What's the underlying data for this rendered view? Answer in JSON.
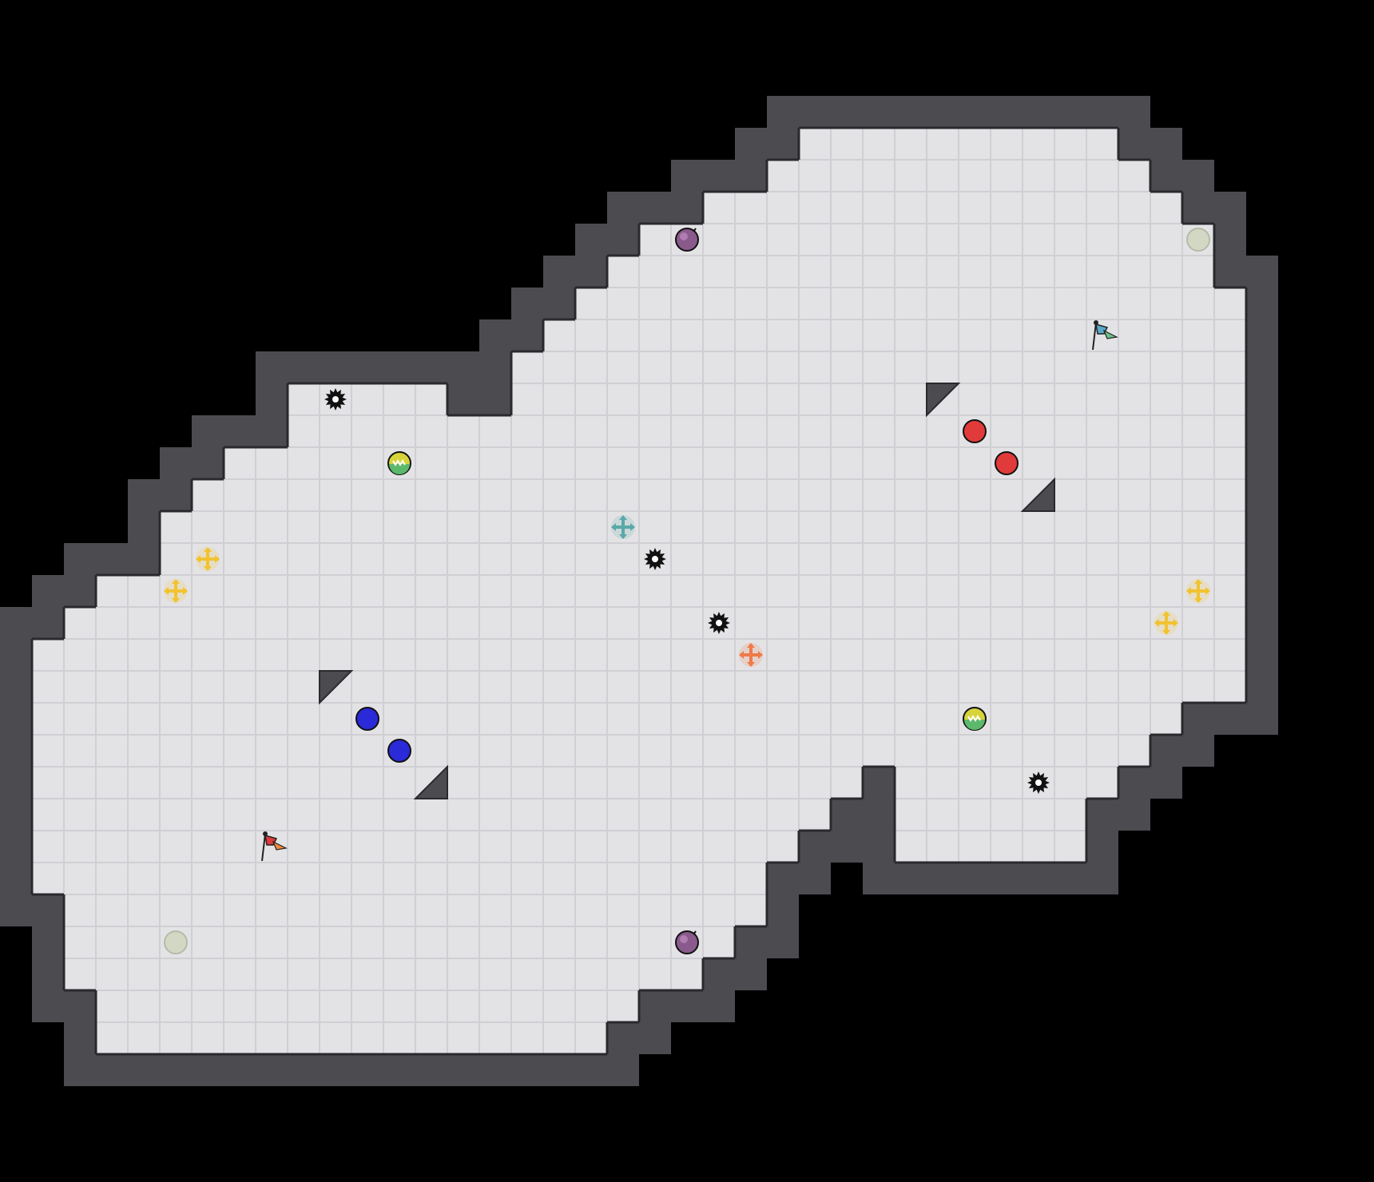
{
  "map": {
    "background_color": "#000000",
    "floor_color": "#e3e3e6",
    "grid_line_color": "#cfcfd4",
    "wall_color": "#4b4b50",
    "wall_edge_color": "#2a2a2e",
    "floor_cells": [
      "..........................................",
      "..........................................",
      "..........................................",
      "..........................................",
      ".........................##########.......",
      "........................############......",
      "......................###############.....",
      "....................##################....",
      "...................###################....",
      "..................#####################...",
      ".................######################...",
      "................#######################...",
      ".........#####..#######################...",
      ".........##############################...",
      ".......################################...",
      "......#################################...",
      ".....##################################...",
      ".....##################################...",
      "...####################################...",
      "..#####################################...",
      ".######################################...",
      ".######################################...",
      ".####################################.....",
      ".###################################......",
      ".##########################.#######.......",
      ".#########################..######........",
      ".########################...######........",
      ".#######################..................",
      "..######################..................",
      "..#####################...................",
      "..####################....................",
      "...#################......................",
      "...################.......................",
      ".........................................."
    ],
    "diagonal_blocks": [
      {
        "row": 21,
        "col": 10,
        "corner": "top-left"
      },
      {
        "row": 24,
        "col": 13,
        "corner": "bottom-right"
      },
      {
        "row": 12,
        "col": 29,
        "corner": "top-left"
      },
      {
        "row": 15,
        "col": 32,
        "corner": "bottom-right"
      }
    ]
  },
  "entities": [
    {
      "name": "red-flag-icon",
      "kind": "flag",
      "row": 26,
      "col": 8,
      "color": "#e03a3a",
      "accent": "#f08a3a"
    },
    {
      "name": "blue-flag-icon",
      "kind": "flag",
      "row": 10,
      "col": 34,
      "color": "#5aa8c8",
      "accent": "#6cc08a"
    },
    {
      "name": "blue-player-ball-icon",
      "kind": "ball",
      "row": 22,
      "col": 11,
      "color": "#2a2ad8"
    },
    {
      "name": "blue-player-ball-icon",
      "kind": "ball",
      "row": 23,
      "col": 12,
      "color": "#2a2ad8"
    },
    {
      "name": "red-player-ball-icon",
      "kind": "ball",
      "row": 13,
      "col": 30,
      "color": "#e03a3a"
    },
    {
      "name": "red-player-ball-icon",
      "kind": "ball",
      "row": 14,
      "col": 31,
      "color": "#e03a3a"
    },
    {
      "name": "spike-icon",
      "kind": "spike",
      "row": 12,
      "col": 10
    },
    {
      "name": "spike-icon",
      "kind": "spike",
      "row": 17,
      "col": 20
    },
    {
      "name": "spike-icon",
      "kind": "spike",
      "row": 19,
      "col": 22
    },
    {
      "name": "spike-icon",
      "kind": "spike",
      "row": 24,
      "col": 32
    },
    {
      "name": "grip-powerup-icon",
      "kind": "powerup",
      "row": 14,
      "col": 12
    },
    {
      "name": "grip-powerup-icon",
      "kind": "powerup",
      "row": 22,
      "col": 30
    },
    {
      "name": "bomb-icon",
      "kind": "bomb",
      "row": 7,
      "col": 21
    },
    {
      "name": "bomb-icon",
      "kind": "bomb",
      "row": 29,
      "col": 21
    },
    {
      "name": "inactive-portal-icon",
      "kind": "portal",
      "row": 7,
      "col": 37
    },
    {
      "name": "inactive-portal-icon",
      "kind": "portal",
      "row": 29,
      "col": 5
    },
    {
      "name": "yellow-boost-icon",
      "kind": "boost",
      "row": 17,
      "col": 6,
      "color": "#f2c230"
    },
    {
      "name": "yellow-boost-icon",
      "kind": "boost",
      "row": 18,
      "col": 5,
      "color": "#f2c230"
    },
    {
      "name": "yellow-boost-icon",
      "kind": "boost",
      "row": 18,
      "col": 37,
      "color": "#f2c230"
    },
    {
      "name": "yellow-boost-icon",
      "kind": "boost",
      "row": 19,
      "col": 36,
      "color": "#f2c230"
    },
    {
      "name": "teal-boost-icon",
      "kind": "boost",
      "row": 16,
      "col": 19,
      "color": "#5aa8a8"
    },
    {
      "name": "orange-boost-icon",
      "kind": "boost",
      "row": 20,
      "col": 23,
      "color": "#ef7a4a"
    }
  ]
}
